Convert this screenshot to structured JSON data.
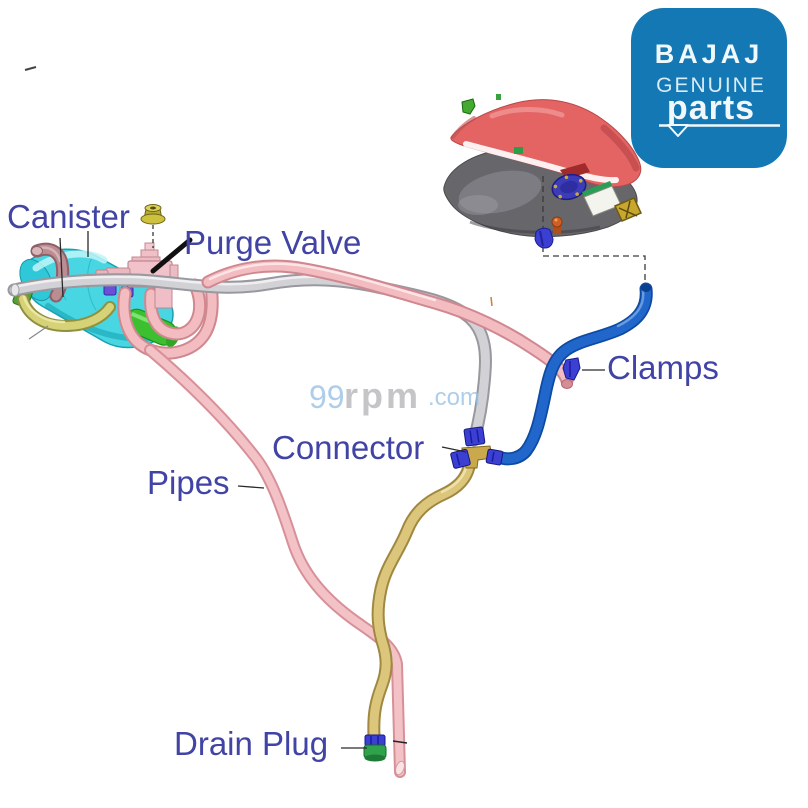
{
  "labels": {
    "canister": "Canister",
    "purge_valve": "Purge Valve",
    "clamps": "Clamps",
    "connector": "Connector",
    "pipes": "Pipes",
    "drain_plug": "Drain Plug",
    "color": "#4144a5"
  },
  "logo": {
    "brand": "BAJAJ",
    "line2": "GENUINE",
    "line3": "parts",
    "bg_color": "#1478b5",
    "text_color": "#f0f8fc"
  },
  "watermark": {
    "part1": "99",
    "part2": "rpm",
    "part3": ".com",
    "color_blue": "#9cc4e6",
    "color_gray": "#b9b9bc"
  },
  "colors": {
    "pipe_pink": "#f2bcc0",
    "pipe_gray": "#d2d2d6",
    "pipe_blue": "#2166cb",
    "pipe_yellow": "#dcc67c",
    "canister_cyan": "#48d6e2",
    "valve_pink": "#f2c2ca",
    "clamp_blue": "#3b3fd2",
    "drain_plug_green": "#2fa24c",
    "tank_red": "#e46464",
    "tank_gray": "#66666b"
  }
}
